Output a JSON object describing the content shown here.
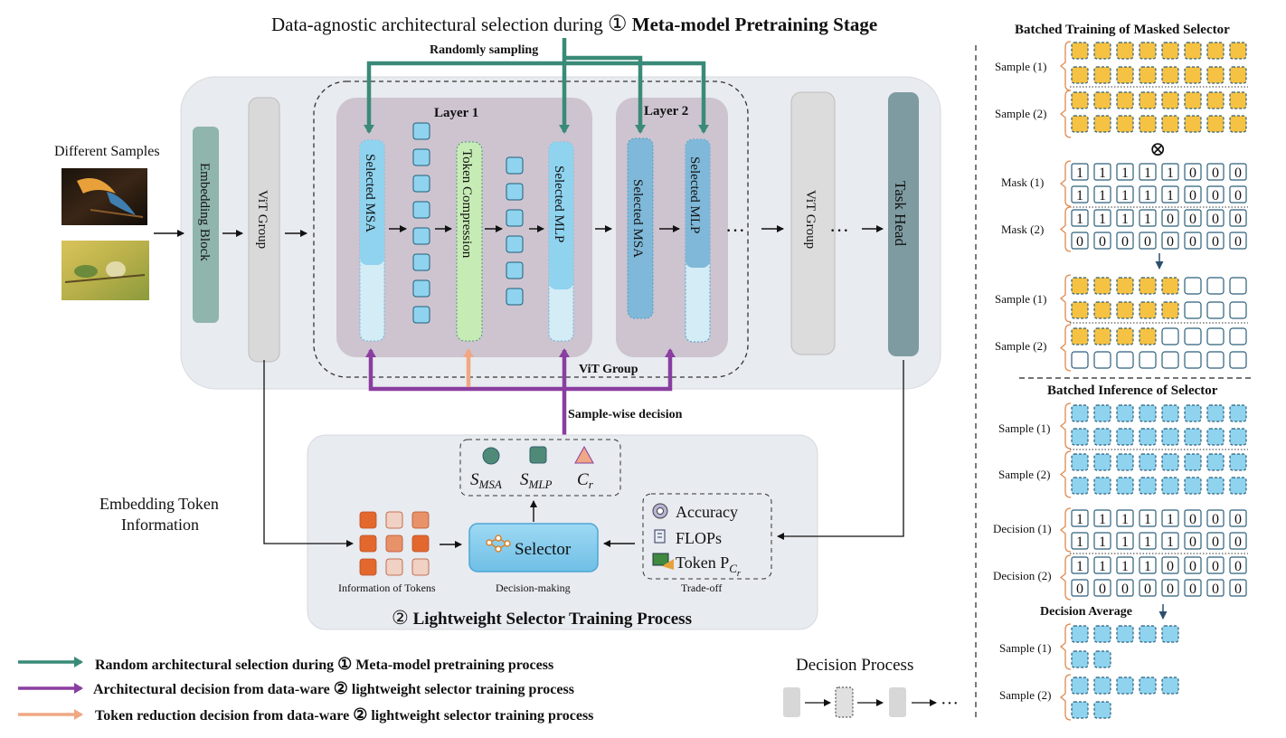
{
  "title": {
    "prefix": "Data-agnostic architectural selection during ",
    "stage_number": "①",
    "stage_name": "Meta-model Pretraining Stage"
  },
  "randomly_sampling": "Randomly sampling",
  "inputs": {
    "label": "Different Samples",
    "images": [
      {
        "icon": "parrot-photo",
        "colors": [
          "#2a1d12",
          "#e8a13a",
          "#3f7fb0"
        ]
      },
      {
        "icon": "birds-photo",
        "colors": [
          "#c9b44a",
          "#6b8a3c",
          "#e2d9a8"
        ]
      }
    ]
  },
  "blocks": {
    "embedding_block": "Embedding Block",
    "vit_group_1": "ViT Group",
    "vit_group_2": "ViT Group",
    "task_head": "Task Head",
    "layer1_title": "Layer 1",
    "layer2_title": "Layer 2",
    "selected_msa_1": "Selected MSA",
    "token_compression": "Token Compression",
    "selected_mlp_1": "Selected MLP",
    "selected_msa_2": "Selected MSA",
    "selected_mlp_2": "Selected MLP",
    "inner_group_label": "ViT Group",
    "ellipsis": "···"
  },
  "sample_wise_decision": "Sample-wise decision",
  "selector": {
    "stage_number": "②",
    "stage_name": "Lightweight Selector Training Process",
    "outputs": [
      "S",
      "S",
      "C"
    ],
    "output_subs": [
      "MSA",
      "MLP",
      "r"
    ],
    "embedding_info_line1": "Embedding Token",
    "embedding_info_line2": "Information",
    "tokens_caption": "Information of Tokens",
    "selector_label": "Selector",
    "selector_caption": "Decision-making",
    "tradeoff_items": [
      "Accuracy",
      "FLOPs",
      "Token P"
    ],
    "tradeoff_sub": "C",
    "tradeoff_subsub": "r",
    "tradeoff_caption": "Trade-off"
  },
  "legend": [
    {
      "color": "#3a8a78",
      "prefix": "Random architectural selection during ",
      "num": "①",
      "suffix": " Meta-model pretraining process"
    },
    {
      "color": "#8a3ea0",
      "prefix": "Architectural decision from data-ware ",
      "num": "②",
      "suffix": " lightweight selector training process"
    },
    {
      "color": "#f0a784",
      "prefix": "Token reduction decision from data-ware ",
      "num": "②",
      "suffix": " lightweight selector training process"
    }
  ],
  "decision_process": {
    "label": "Decision Process",
    "ellipsis": "···"
  },
  "right_panel": {
    "training_title": "Batched Training of Masked Selector",
    "inference_title": "Batched Inference of Selector",
    "sample1": "Sample (1)",
    "sample2": "Sample (2)",
    "mask1": "Mask (1)",
    "mask2": "Mask (2)",
    "decision1": "Decision (1)",
    "decision2": "Decision (2)",
    "otimes": "⊗",
    "decision_average": "Decision Average",
    "mask1_rows": [
      [
        1,
        1,
        1,
        1,
        1,
        0,
        0,
        0
      ],
      [
        1,
        1,
        1,
        1,
        1,
        0,
        0,
        0
      ]
    ],
    "mask2_rows": [
      [
        1,
        1,
        1,
        1,
        0,
        0,
        0,
        0
      ],
      [
        0,
        0,
        0,
        0,
        0,
        0,
        0,
        0
      ]
    ],
    "decision1_rows": [
      [
        1,
        1,
        1,
        1,
        1,
        0,
        0,
        0
      ],
      [
        1,
        1,
        1,
        1,
        1,
        0,
        0,
        0
      ]
    ],
    "decision2_rows": [
      [
        1,
        1,
        1,
        1,
        0,
        0,
        0,
        0
      ],
      [
        0,
        0,
        0,
        0,
        0,
        0,
        0,
        0
      ]
    ],
    "avg1_counts": [
      5,
      2
    ],
    "avg2_counts": [
      5,
      2
    ]
  },
  "colors": {
    "teal": "#3a8a78",
    "purple": "#8a3ea0",
    "orange": "#f0a784",
    "token_blue": "#8fd3ef",
    "token_yellow": "#f6c244",
    "selector_blue": "#89cfee",
    "embedding": "#8fb5ad",
    "task_head": "#7e9ba1"
  }
}
